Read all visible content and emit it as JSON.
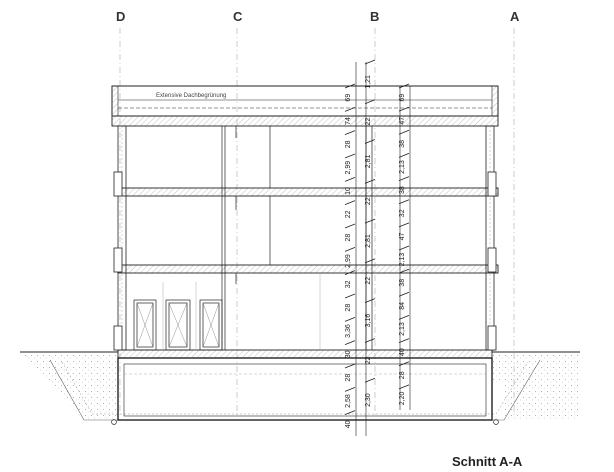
{
  "caption": "Schnitt A-A",
  "roof_note": "Extensive Dachbegrünung",
  "axes": [
    {
      "id": "D",
      "label": "D"
    },
    {
      "id": "C",
      "label": "C"
    },
    {
      "id": "B",
      "label": "B"
    },
    {
      "id": "A",
      "label": "A"
    }
  ],
  "dims_left": [
    "69",
    "74",
    "28",
    "2,99",
    "10",
    "22",
    "28",
    "2,99",
    "32",
    "28",
    "3,36",
    "30",
    "28",
    "2,58",
    "40"
  ],
  "dims_mid": [
    "1,21",
    "22",
    "2,81",
    "22",
    "2,81",
    "22",
    "3,16",
    "22",
    "2,30"
  ],
  "dims_right": [
    "69",
    "47",
    "38",
    "2,13",
    "38",
    "32",
    "47",
    "2,13",
    "38",
    "84",
    "2,13",
    "40",
    "28",
    "2,20"
  ],
  "colors": {
    "line": "#222222",
    "hatch": "#888888",
    "axis": "#aaaaaa"
  }
}
